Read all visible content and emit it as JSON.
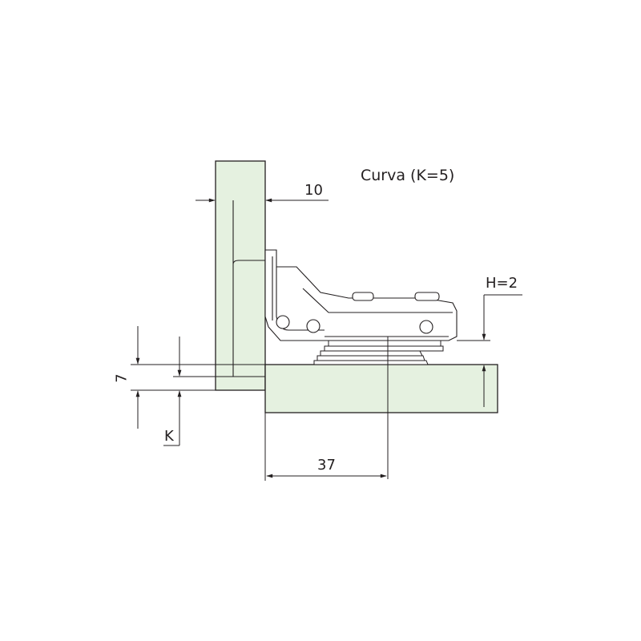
{
  "title": "Curva (K=5)",
  "dimensions": {
    "side_offset": "10",
    "height_adjust": "H=2",
    "vertical_7": "7",
    "k_label": "K",
    "center_distance": "37"
  },
  "colors": {
    "panel_fill": "#e5f1e0",
    "line": "#231f20",
    "background": "#ffffff"
  }
}
